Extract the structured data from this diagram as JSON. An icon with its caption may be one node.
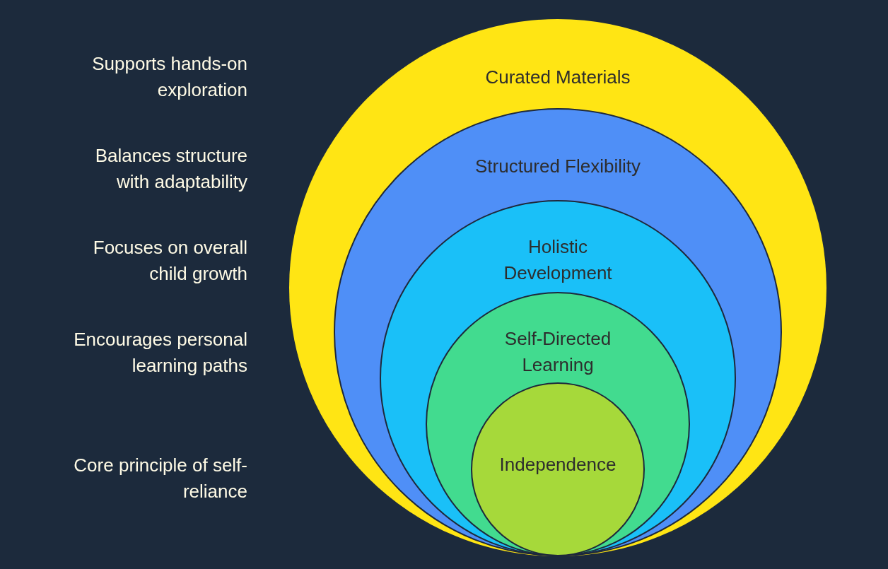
{
  "diagram": {
    "nodes": [
      {
        "text": [
          "Curated Materials"
        ]
      },
      {
        "text": [
          "Structured Flexibility"
        ],
        "in": 0
      },
      {
        "text": [
          "Holistic Development"
        ],
        "in": 1
      },
      {
        "text": [
          "Self-Directed Learning"
        ],
        "in": 2
      },
      {
        "text": [
          "Independence"
        ],
        "in": 3
      }
    ],
    "labels": [
      "Supports hands-on exploration",
      "Balances structure with adaptability",
      "Focuses on overall child growth",
      "Encourages personal learning paths",
      "Core principle of self-reliance"
    ]
  }
}
